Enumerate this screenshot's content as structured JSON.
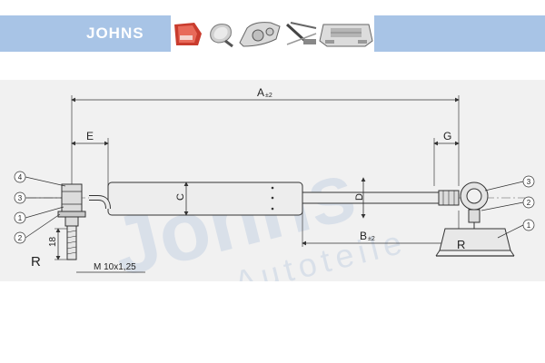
{
  "brand": {
    "logo_text": "JOHNS",
    "accent_color": "#a8c4e6"
  },
  "header": {
    "thumbnails": [
      "tail-light-icon",
      "mirror-icon",
      "headlight-icon",
      "wiper-icon",
      "grille-icon"
    ]
  },
  "diagram": {
    "watermark_main": "Johns",
    "watermark_sub": "Autoteile",
    "dimensions": {
      "A": "A",
      "A_sub": "±2",
      "B": "B",
      "B_sub": "±2",
      "C": "C",
      "D": "D",
      "E": "E",
      "G": "G",
      "R_left": "R",
      "R_right": "R",
      "len18": "18",
      "thread": "M 10x1,25"
    },
    "callouts_left": [
      "4",
      "3",
      "1",
      "2"
    ],
    "callouts_right": [
      "3",
      "2",
      "1"
    ]
  }
}
